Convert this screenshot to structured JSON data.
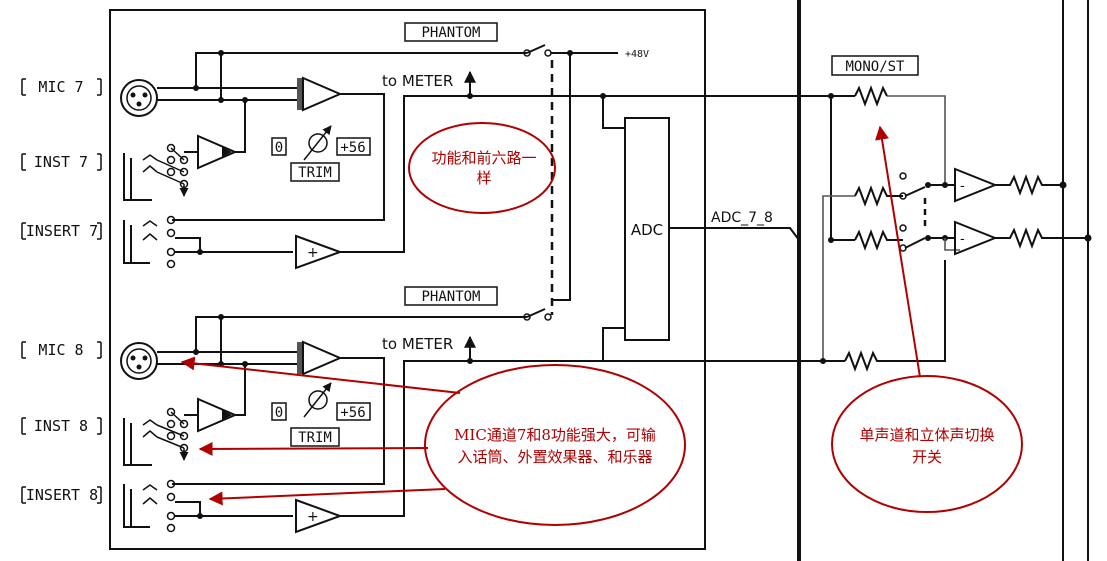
{
  "labels": {
    "mic7": "MIC 7",
    "inst7": "INST 7",
    "insert7": "INSERT 7",
    "mic8": "MIC 8",
    "inst8": "INST 8",
    "insert8": "INSERT 8",
    "phantom": "PHANTOM",
    "plus48v": "+48V",
    "to_meter": "to METER",
    "trim_zero": "0",
    "trim_max": "+56",
    "trim": "TRIM",
    "adc": "ADC",
    "adc_bus": "ADC_7_8",
    "mono_st": "MONO/ST",
    "plus": "+",
    "minus": "-"
  },
  "annotations": {
    "same_as_first_six": [
      "功能和前六路一",
      "样"
    ],
    "mic_channels": [
      "MIC通道7和8功能强大，可输",
      "入话筒、外置效果器、和乐器"
    ],
    "mono_stereo_switch": [
      "单声道和立体声切换",
      "开关"
    ]
  },
  "colors": {
    "wire": "#111111",
    "annotation": "#b00000",
    "background": "#ffffff"
  }
}
